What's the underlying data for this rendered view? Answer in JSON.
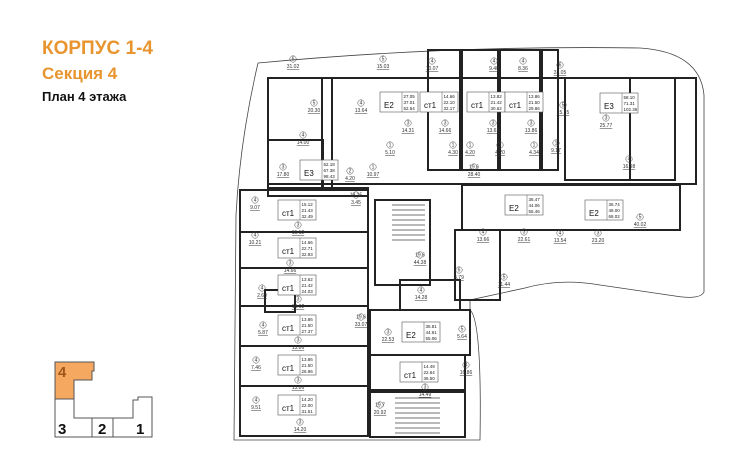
{
  "header": {
    "building": "КОРПУС 1-4",
    "section": "Секция 4",
    "plan": "План 4 этажа"
  },
  "colors": {
    "accent": "#e8952f",
    "active_section": "#f4a860"
  },
  "section_map": {
    "active": "4",
    "sections": [
      "4",
      "3",
      "2",
      "1"
    ]
  },
  "rooms": [
    {
      "num": "6",
      "area": "31.02"
    },
    {
      "num": "5",
      "area": "15.03"
    },
    {
      "num": "4",
      "area": "10.07"
    },
    {
      "num": "4",
      "area": "9.40"
    },
    {
      "num": "4",
      "area": "8.36"
    },
    {
      "num": "6",
      "area": "31.05"
    },
    {
      "num": "5",
      "area": "20.30"
    },
    {
      "num": "4",
      "area": "13.64"
    },
    {
      "num": "4",
      "area": "14.00"
    },
    {
      "num": "3",
      "area": "17.80"
    },
    {
      "num": "2",
      "area": "4.20"
    },
    {
      "num": "1",
      "area": "10.97"
    },
    {
      "num": "3",
      "area": "14.31"
    },
    {
      "num": "3",
      "area": "14.66"
    },
    {
      "num": "3",
      "area": "13.62"
    },
    {
      "num": "3",
      "area": "13.86"
    },
    {
      "num": "5",
      "area": "15.35"
    },
    {
      "num": "3",
      "area": "25.77"
    },
    {
      "num": "4",
      "area": "16.98"
    },
    {
      "num": "1",
      "area": "5.10"
    },
    {
      "num": "1",
      "area": "4.30"
    },
    {
      "num": "1",
      "area": "4.20"
    },
    {
      "num": "1",
      "area": "4.20"
    },
    {
      "num": "1",
      "area": "4.34"
    },
    {
      "num": "1",
      "area": "9.17"
    },
    {
      "num": "19.6",
      "area": "28.40"
    },
    {
      "num": "4",
      "area": "9.07"
    },
    {
      "num": "4",
      "area": "10.21"
    },
    {
      "num": "4",
      "area": "2.60"
    },
    {
      "num": "4",
      "area": "5.87"
    },
    {
      "num": "4",
      "area": "7.46"
    },
    {
      "num": "4",
      "area": "9.51"
    },
    {
      "num": "3",
      "area": "15.12"
    },
    {
      "num": "3",
      "area": "14.66"
    },
    {
      "num": "3",
      "area": "13.62"
    },
    {
      "num": "3",
      "area": "13.86"
    },
    {
      "num": "3",
      "area": "13.86"
    },
    {
      "num": "3",
      "area": "14.20"
    },
    {
      "num": "19.6",
      "area": "44.38"
    },
    {
      "num": "19.6",
      "area": "33.07"
    },
    {
      "num": "19.7",
      "area": "20.92"
    },
    {
      "num": "4",
      "area": "13.66"
    },
    {
      "num": "3",
      "area": "22.61"
    },
    {
      "num": "4",
      "area": "13.54"
    },
    {
      "num": "3",
      "area": "23.20"
    },
    {
      "num": "5",
      "area": "40.02"
    },
    {
      "num": "5",
      "area": "11.44"
    },
    {
      "num": "6",
      "area": "4.79"
    },
    {
      "num": "4",
      "area": "14.28"
    },
    {
      "num": "3",
      "area": "22.53"
    },
    {
      "num": "5",
      "area": "5.64"
    },
    {
      "num": "4",
      "area": "16.86"
    },
    {
      "num": "3",
      "area": "14.49"
    },
    {
      "num": "19.15",
      "area": "3.45"
    }
  ],
  "apartments": [
    {
      "type": "E2",
      "areas": [
        "27.05",
        "37.01",
        "52.54"
      ]
    },
    {
      "type": "ст1",
      "areas": [
        "14.66",
        "22.10",
        "32.17"
      ]
    },
    {
      "type": "ст1",
      "areas": [
        "13.82",
        "21.42",
        "30.62"
      ]
    },
    {
      "type": "ст1",
      "areas": [
        "13.86",
        "21.50",
        "29.86"
      ]
    },
    {
      "type": "E3",
      "areas": [
        "58.10",
        "71.31",
        "102.36"
      ]
    },
    {
      "type": "E3",
      "areas": [
        "52.18",
        "67.38",
        "98.43"
      ]
    },
    {
      "type": "ст1",
      "areas": [
        "15.12",
        "21.43",
        "32.49"
      ]
    },
    {
      "type": "ст1",
      "areas": [
        "14.66",
        "22.71",
        "32.93"
      ]
    },
    {
      "type": "ст1",
      "areas": [
        "13.62",
        "21.42",
        "24.03"
      ]
    },
    {
      "type": "ст1",
      "areas": [
        "13.86",
        "21.50",
        "27.37"
      ]
    },
    {
      "type": "ст1",
      "areas": [
        "13.86",
        "21.50",
        "26.96"
      ]
    },
    {
      "type": "ст1",
      "areas": [
        "14.20",
        "22.00",
        "31.51"
      ]
    },
    {
      "type": "E2",
      "areas": [
        "36.47",
        "44.06",
        "55.46"
      ]
    },
    {
      "type": "E2",
      "areas": [
        "36.74",
        "48.00",
        "68.02"
      ]
    },
    {
      "type": "E2",
      "areas": [
        "36.81",
        "44.61",
        "55.06"
      ]
    },
    {
      "type": "ст1",
      "areas": [
        "14.49",
        "22.64",
        "36.50"
      ]
    }
  ]
}
